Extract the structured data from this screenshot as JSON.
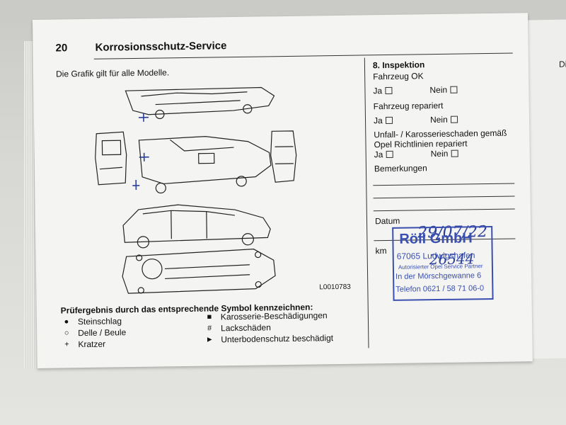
{
  "page": {
    "number": "20",
    "title": "Korrosionsschutz-Service",
    "intro": "Die Grafik gilt für alle Modelle.",
    "diagram_code": "L0010783",
    "right_page_fragment": "Di"
  },
  "legend": {
    "title": "Prüfergebnis durch das entsprechende Symbol kennzeichnen:",
    "items": [
      {
        "symbol": "●",
        "label": "Steinschlag"
      },
      {
        "symbol": "○",
        "label": "Delle / Beule"
      },
      {
        "symbol": "+",
        "label": "Kratzer"
      },
      {
        "symbol": "■",
        "label": "Karosserie-Beschädigungen"
      },
      {
        "symbol": "#",
        "label": "Lackschäden"
      },
      {
        "symbol": "►",
        "label": "Unterbodenschutz beschädigt"
      }
    ]
  },
  "inspection": {
    "heading": "8. Inspektion",
    "q1": "Fahrzeug OK",
    "q2": "Fahrzeug repariert",
    "q3_line1": "Unfall- / Karosserieschaden gemäß",
    "q3_line2": "Opel Richtlinien repariert",
    "yes": "Ja",
    "no": "Nein",
    "remarks": "Bemerkungen",
    "date_label": "Datum",
    "date_value": "29/07/22",
    "km_label": "km",
    "km_value": "26544"
  },
  "stamp": {
    "name": "Röll GmbH",
    "city": "67065 Ludwigshafen",
    "sub": "Autorisierter Opel Service Partner",
    "street": "In der Mörschgewanne 6",
    "phone": "Telefon 0621 / 58 71 06-0"
  },
  "colors": {
    "ink": "#2a3e9a",
    "stamp": "#3a4fb0",
    "paper": "#f4f4f2"
  }
}
